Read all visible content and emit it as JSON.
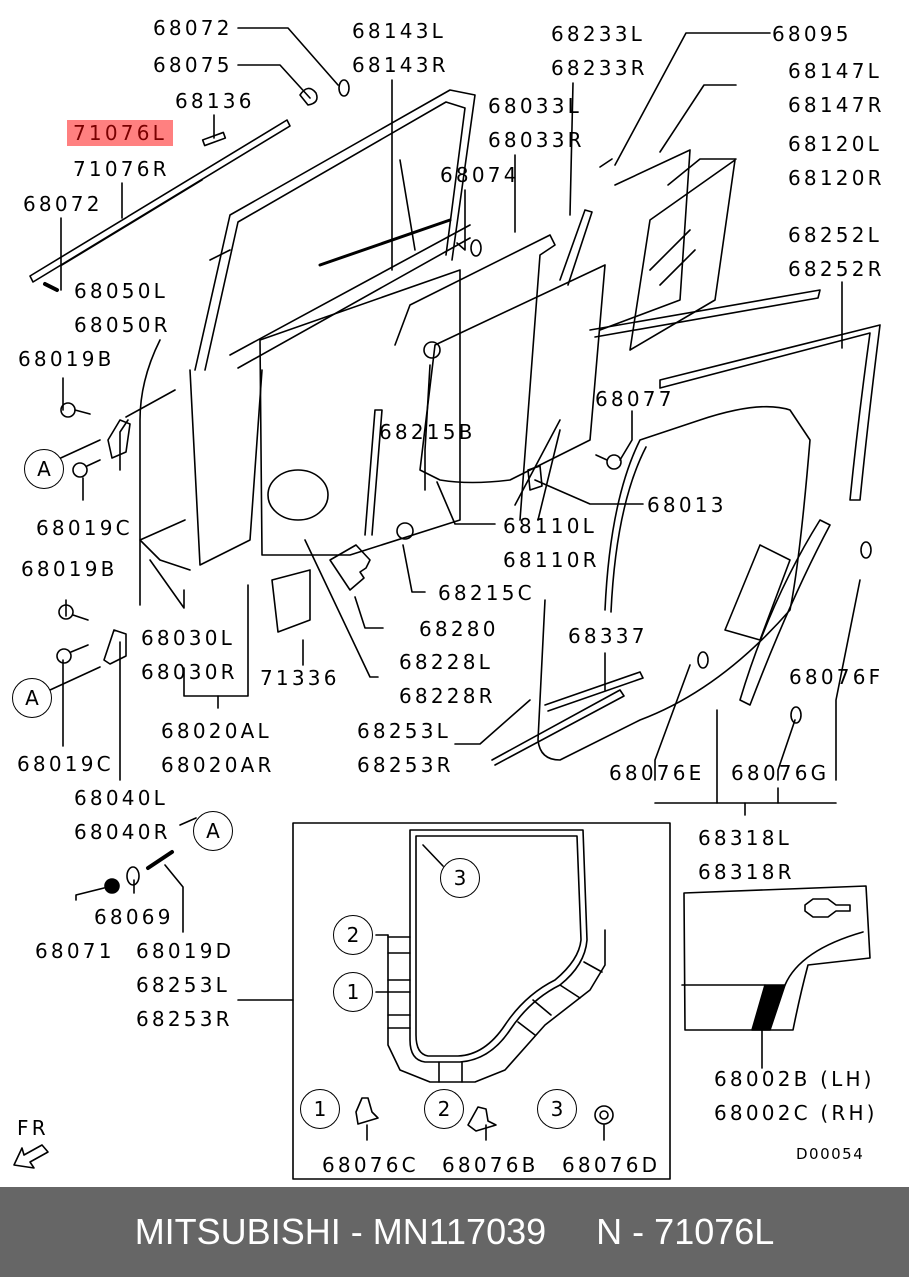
{
  "diagram": {
    "drawing_code": "D00054",
    "orientation_label": "FR",
    "highlighted_part": "71076L",
    "callouts": {
      "part_68072_top": "68072",
      "part_68075": "68075",
      "part_68136": "68136",
      "part_71076L": "71076L",
      "part_71076R": "71076R",
      "part_68072_left": "68072",
      "part_68050L": "68050L",
      "part_68050R": "68050R",
      "part_68019B_1": "68019B",
      "part_68019C_1": "68019C",
      "part_68019B_2": "68019B",
      "part_68019C_2": "68019C",
      "part_68040L": "68040L",
      "part_68040R": "68040R",
      "part_68069": "68069",
      "part_68071": "68071",
      "part_68019D": "68019D",
      "part_68253L_left": "68253L",
      "part_68253R_left": "68253R",
      "part_68143L": "68143L",
      "part_68143R": "68143R",
      "part_68233L": "68233L",
      "part_68233R": "68233R",
      "part_68095": "68095",
      "part_68147L": "68147L",
      "part_68147R": "68147R",
      "part_68033L": "68033L",
      "part_68033R": "68033R",
      "part_68074": "68074",
      "part_68120L": "68120L",
      "part_68120R": "68120R",
      "part_68252L": "68252L",
      "part_68252R": "68252R",
      "part_68077": "68077",
      "part_68215B": "68215B",
      "part_68013": "68013",
      "part_68110L": "68110L",
      "part_68110R": "68110R",
      "part_68215C": "68215C",
      "part_68280": "68280",
      "part_68337": "68337",
      "part_68228L": "68228L",
      "part_68228R": "68228R",
      "part_71336": "71336",
      "part_68030L": "68030L",
      "part_68030R": "68030R",
      "part_68020AL": "68020AL",
      "part_68020AR": "68020AR",
      "part_68253L_mid": "68253L",
      "part_68253R_mid": "68253R",
      "part_68076F": "68076F",
      "part_68076E": "68076E",
      "part_68076G": "68076G",
      "part_68318L": "68318L",
      "part_68318R": "68318R",
      "part_68076C": "68076C",
      "part_68076B": "68076B",
      "part_68076D": "68076D",
      "part_68002B": "68002B (LH)",
      "part_68002C": "68002C (RH)"
    },
    "reference_markers": {
      "A1": "A",
      "A2": "A",
      "A3": "A",
      "inset_1": "1",
      "inset_2": "2",
      "inset_3": "3",
      "clip_1": "1",
      "clip_2": "2",
      "clip_3": "3"
    }
  },
  "footer": {
    "brand": "MITSUBISHI",
    "separator": " - ",
    "part_number": "MN117039",
    "ref_prefix": "N",
    "ref_number": "71076L"
  }
}
